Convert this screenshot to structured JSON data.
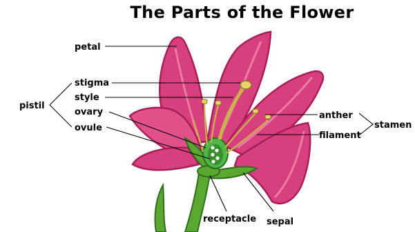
{
  "title": "The Parts of the Flower",
  "labels": {
    "petal": "petal",
    "stigma": "stigma",
    "style": "style",
    "ovary": "ovary",
    "ovule": "ovule",
    "pistil": "pistil",
    "anther": "anther",
    "filament": "filament",
    "stamen": "stamen",
    "receptacle": "receptacle",
    "sepal": "sepal"
  },
  "colors": {
    "petal": "#d83f7e",
    "petal_dark": "#a81f58",
    "petal_light": "#ec7aa6",
    "stem": "#5aa832",
    "stem_dark": "#2f6e1a",
    "ovary": "#4fb84a",
    "filament": "#c9b34a",
    "anther": "#e7d36a"
  }
}
